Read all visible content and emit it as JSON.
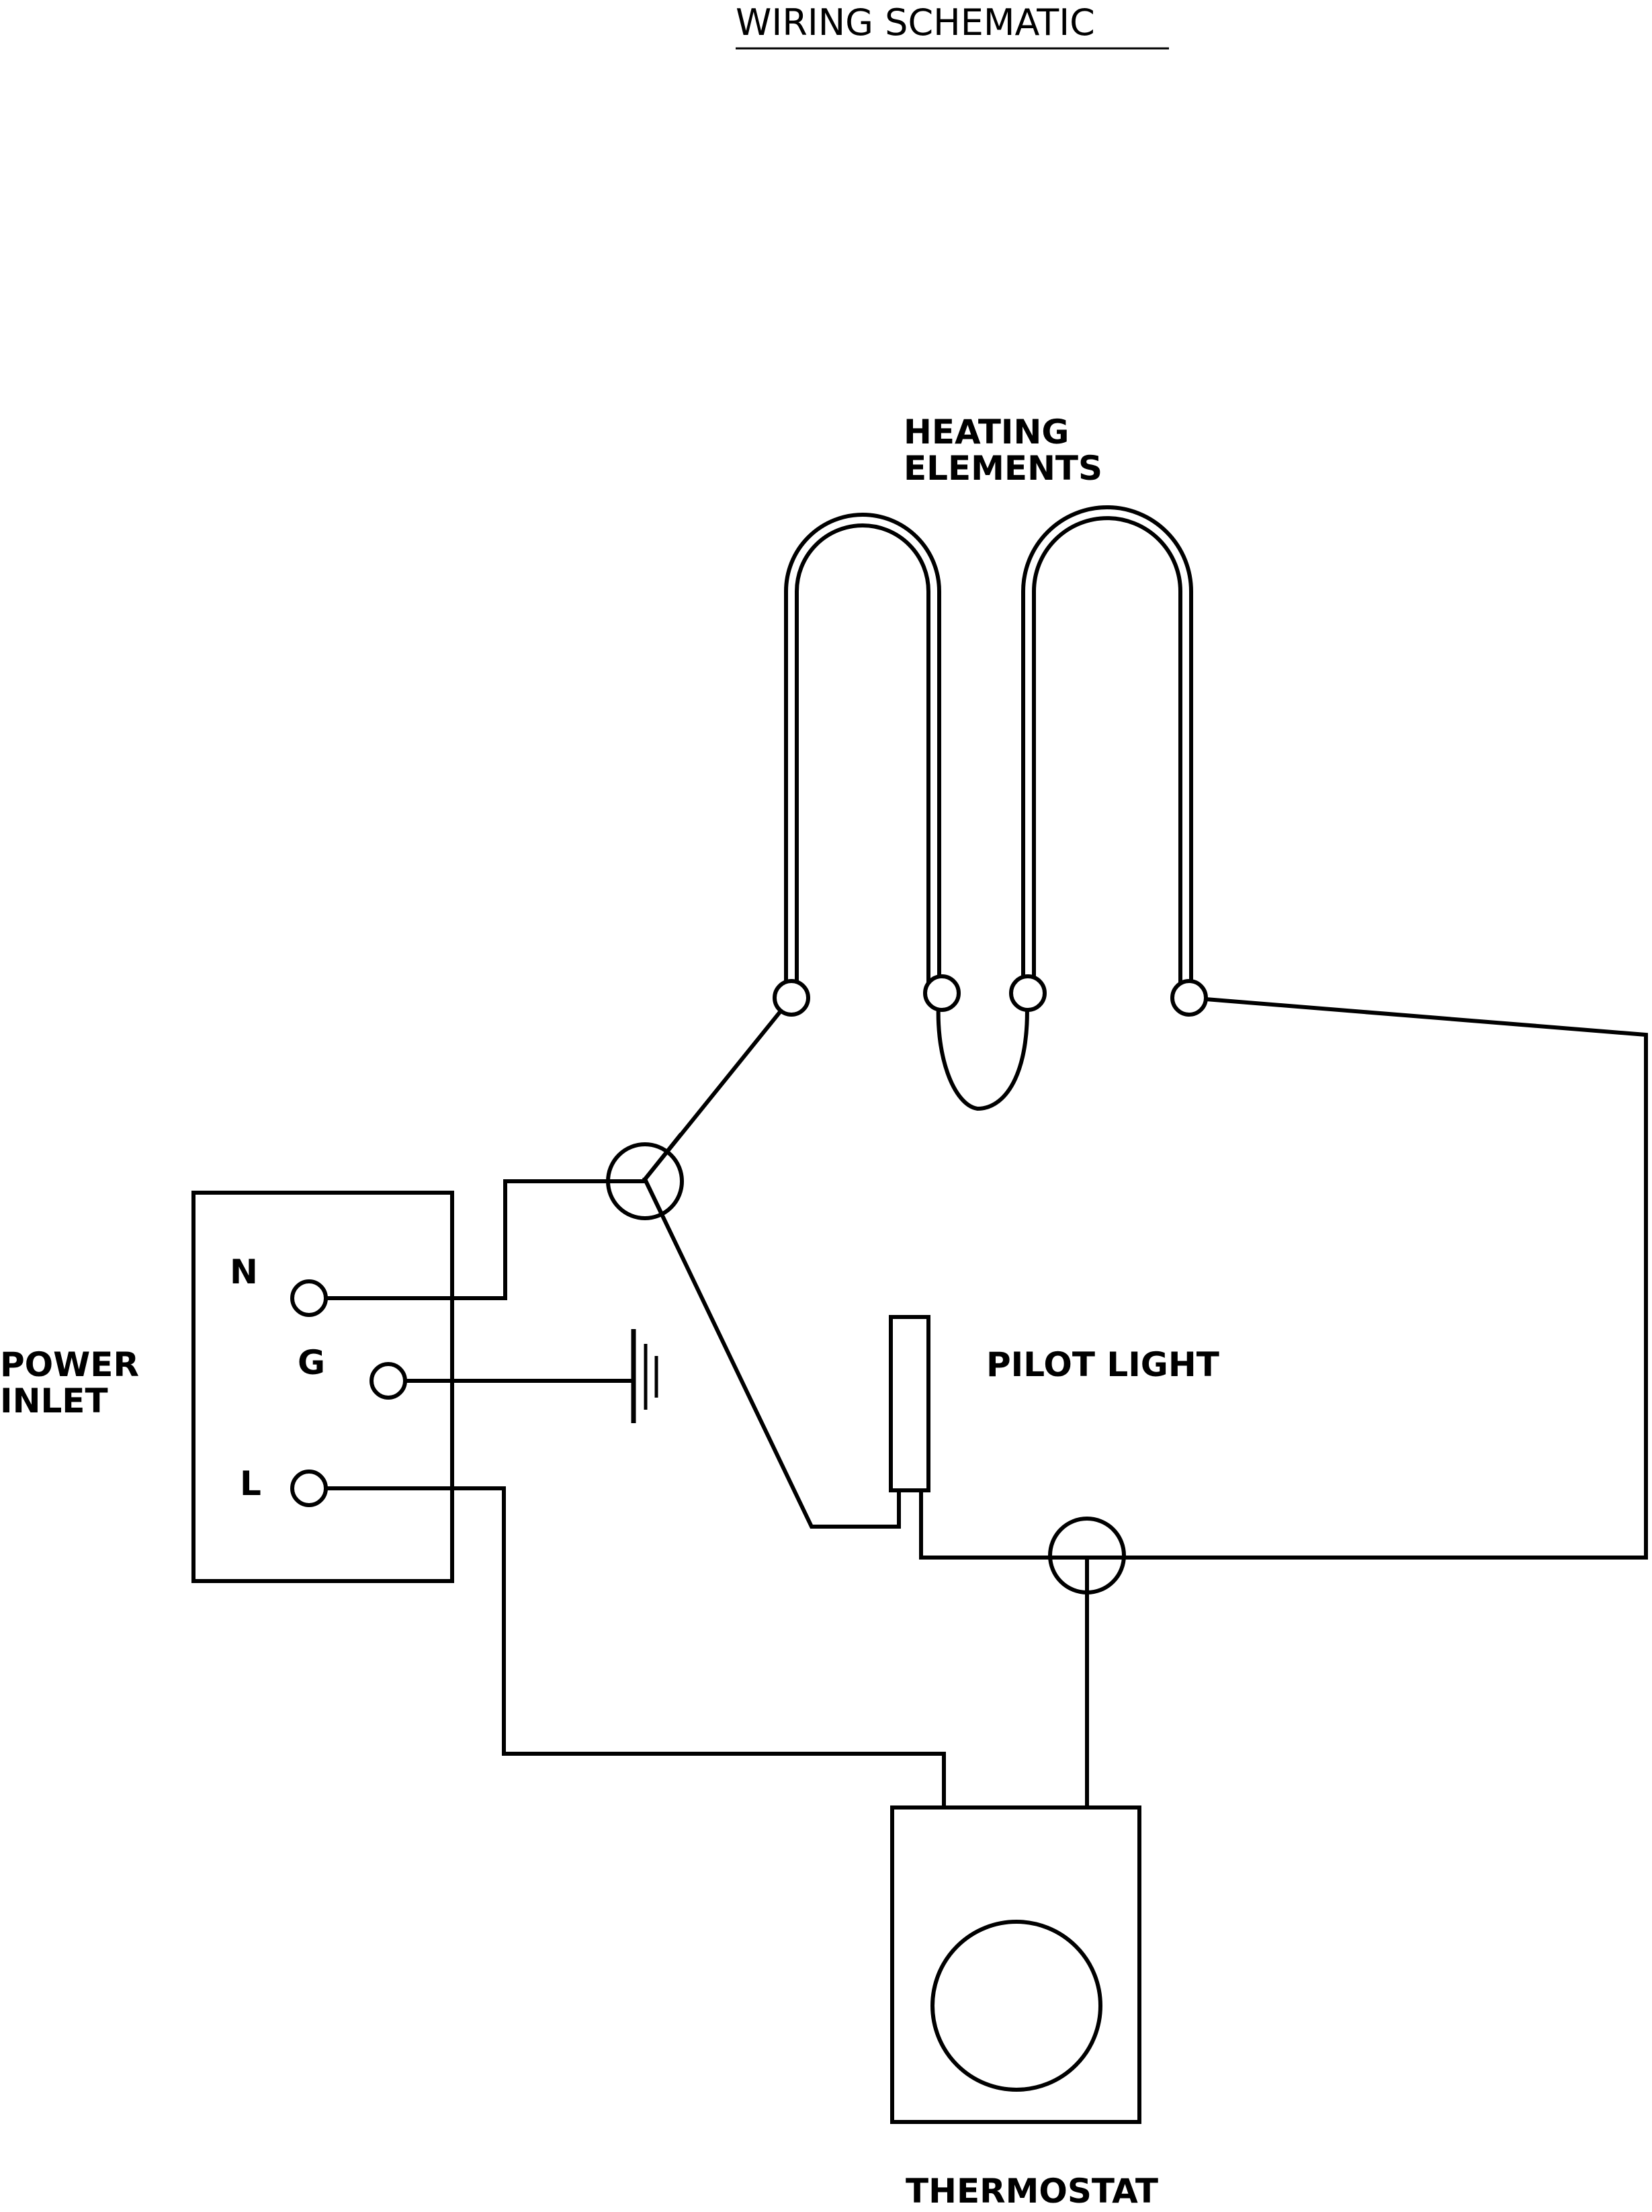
{
  "diagram": {
    "title": "WIRING SCHEMATIC",
    "labels": {
      "heating_line1": "HEATING",
      "heating_line2": "ELEMENTS",
      "pilot_light": "PILOT LIGHT",
      "power_line1": "POWER",
      "power_line2": "INLET",
      "thermostat": "THERMOSTAT",
      "terminal_n": "N",
      "terminal_g": "G",
      "terminal_l": "L"
    }
  }
}
